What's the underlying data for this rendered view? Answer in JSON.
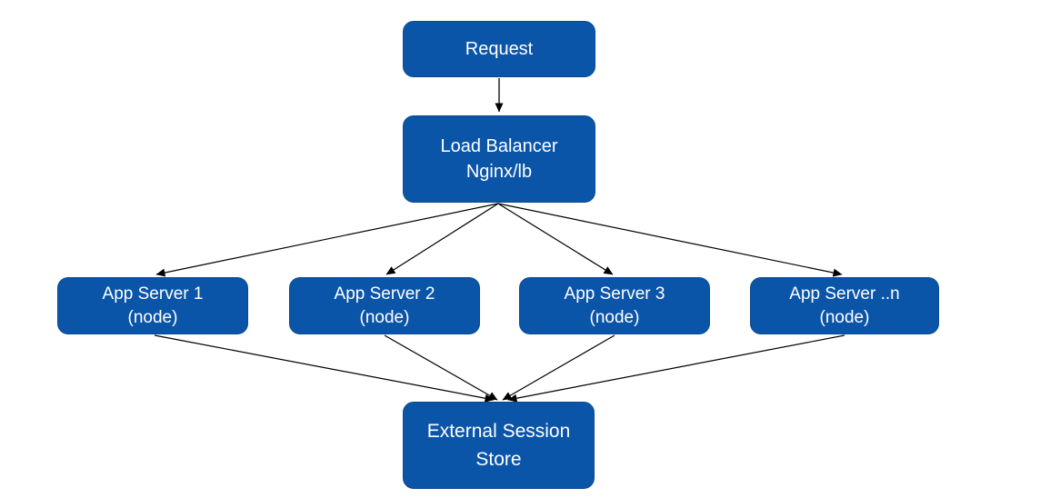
{
  "diagram": {
    "background_color": "#ffffff",
    "node_fill_color": "#0b55a8",
    "node_border_color": "#0a4a90",
    "node_text_color": "#ffffff",
    "arrow_color": "#000000",
    "nodes": {
      "request": {
        "line1": "Request",
        "line2": ""
      },
      "load_balancer": {
        "line1": "Load Balancer",
        "line2": "Nginx/lb"
      },
      "app_server_1": {
        "line1": "App Server 1",
        "line2": "(node)"
      },
      "app_server_2": {
        "line1": "App Server 2",
        "line2": "(node)"
      },
      "app_server_3": {
        "line1": "App Server 3",
        "line2": "(node)"
      },
      "app_server_n": {
        "line1": "App Server ..n",
        "line2": "(node)"
      },
      "session_store": {
        "line1": "External Session",
        "line2": "Store"
      }
    },
    "edges": [
      {
        "from": "request",
        "to": "load_balancer"
      },
      {
        "from": "load_balancer",
        "to": "app_server_1"
      },
      {
        "from": "load_balancer",
        "to": "app_server_2"
      },
      {
        "from": "load_balancer",
        "to": "app_server_3"
      },
      {
        "from": "load_balancer",
        "to": "app_server_n"
      },
      {
        "from": "app_server_1",
        "to": "session_store"
      },
      {
        "from": "app_server_2",
        "to": "session_store"
      },
      {
        "from": "app_server_3",
        "to": "session_store"
      },
      {
        "from": "app_server_n",
        "to": "session_store"
      }
    ]
  }
}
